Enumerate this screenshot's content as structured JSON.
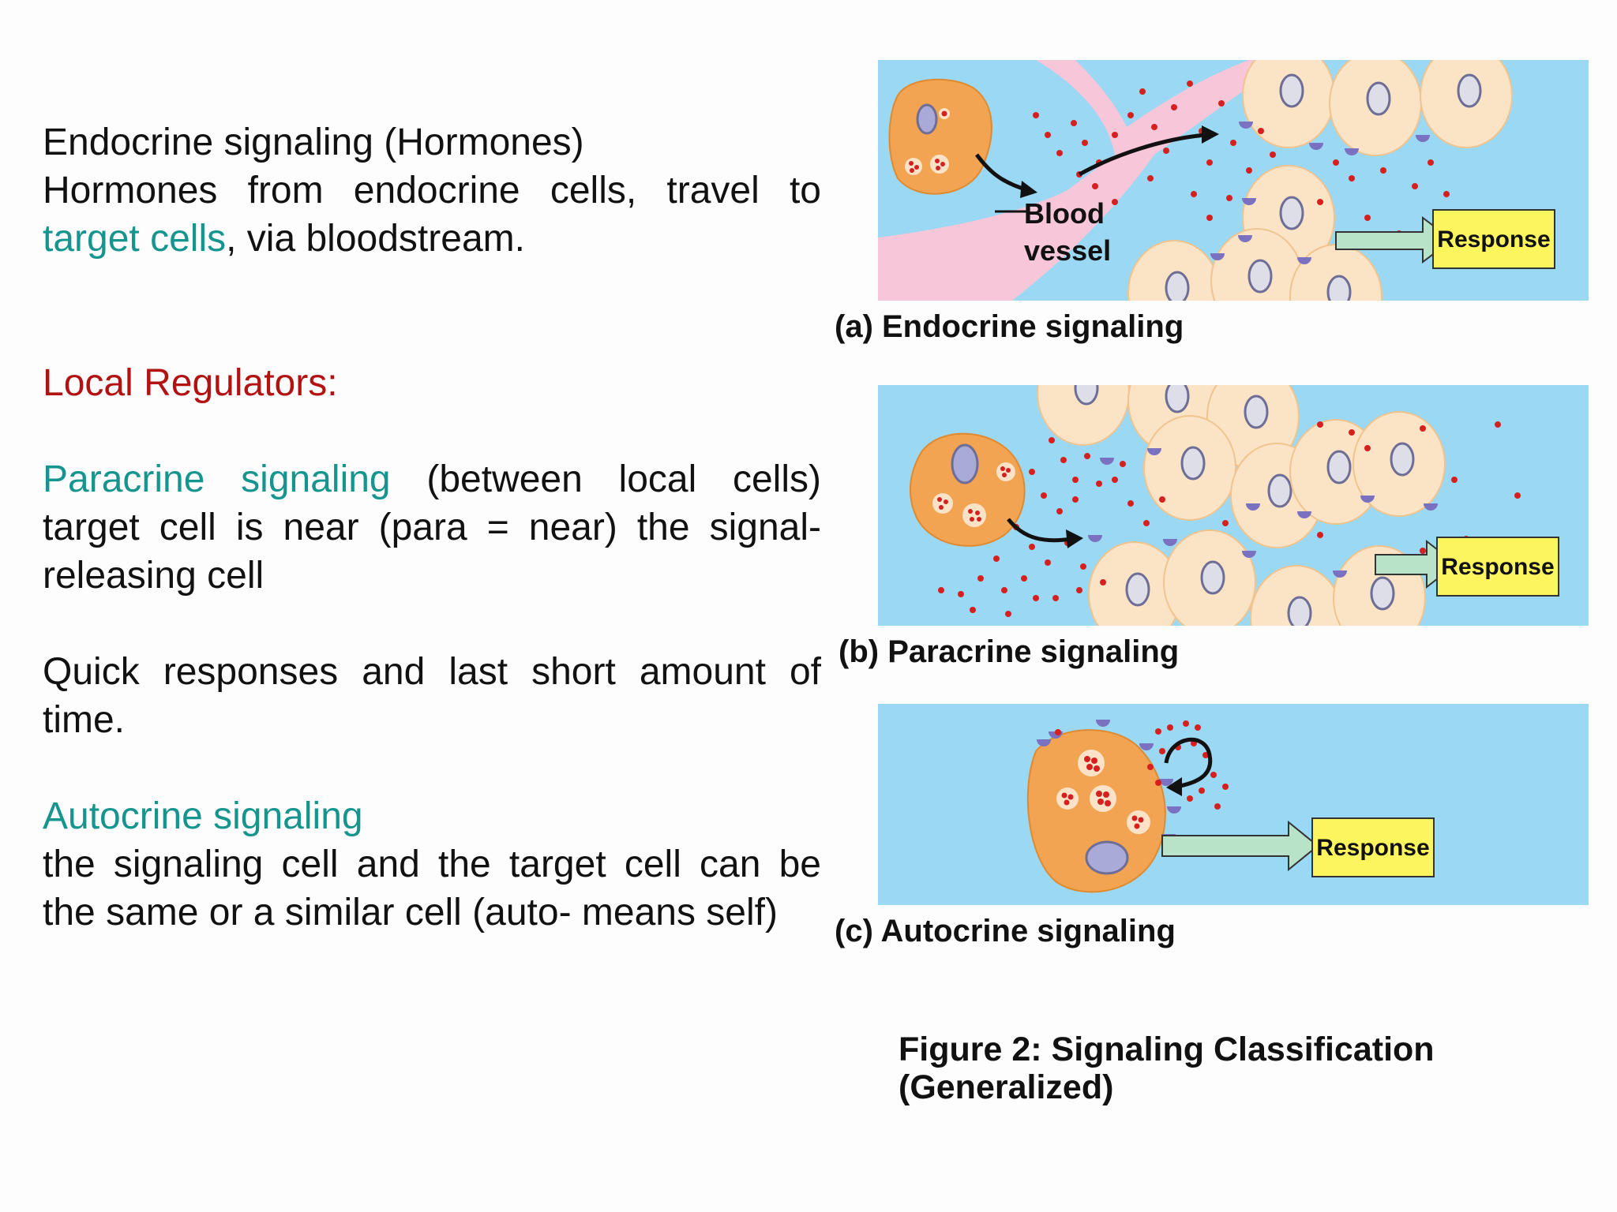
{
  "text": {
    "endocrine_heading": "Endocrine signaling (Hormones)",
    "endocrine_body_pre": "Hormones from endocrine cells, travel to",
    "endocrine_target": "target cells",
    "endocrine_body_post": ", via bloodstream.",
    "local_regulators": "Local Regulators:",
    "paracrine_heading": "Paracrine signaling",
    "paracrine_body": " (between local cells) target cell is near (para = near) the signal-releasing cell",
    "quick": "Quick responses and last short amount of time.",
    "autocrine_heading": "Autocrine signaling",
    "autocrine_body": "the signaling cell and the target cell can be the same or a similar cell (auto- means self)"
  },
  "figure": {
    "panel_a": {
      "caption": "(a) Endocrine signaling",
      "label_line1": "Blood",
      "label_line2": "vessel",
      "response": "Response"
    },
    "panel_b": {
      "caption": "(b) Paracrine signaling",
      "response": "Response"
    },
    "panel_c": {
      "caption": "(c) Autocrine signaling",
      "response": "Response"
    },
    "caption_line1": "Figure 2: Signaling Classification",
    "caption_line2": "(Generalized)"
  },
  "colors": {
    "panel_bg": "#9bd8f3",
    "signal_cell": "#f3a452",
    "target_cell": "#fbe3c6",
    "nucleus": "#aaaad8",
    "hormone": "#d62020",
    "receptor": "#7a72c0",
    "blood_vessel": "#f7c6d8",
    "response_box": "#fdf55d",
    "arrow": "#b8e3c8",
    "teal_text": "#16958f",
    "red_text": "#b31212"
  }
}
